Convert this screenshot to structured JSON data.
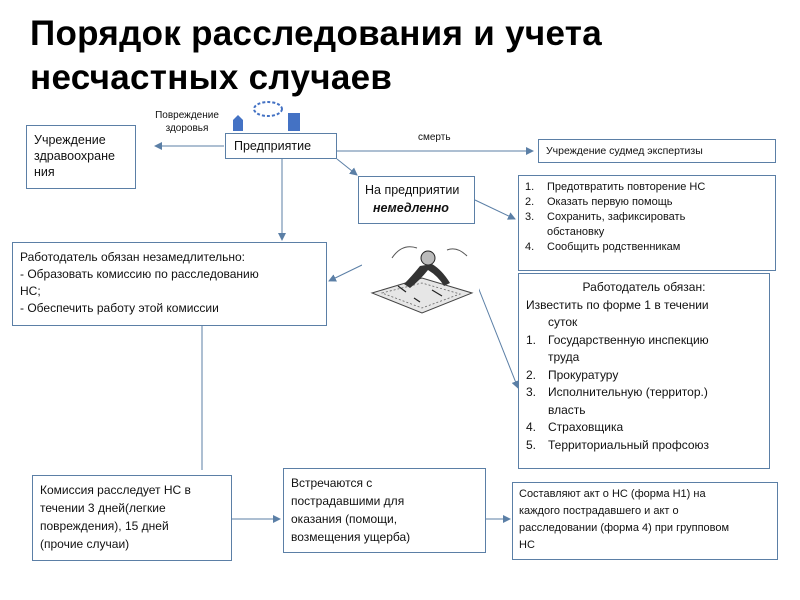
{
  "title": {
    "line1": "Порядок расследования и учета",
    "line2": "несчастных случаев"
  },
  "labels": {
    "damage_line1": "Повреждение",
    "damage_line2": "здоровья",
    "death": "смерть"
  },
  "boxes": {
    "healthcare": [
      "Учреждение",
      "здравоохране",
      "ния"
    ],
    "enterprise": "Предприятие",
    "forensic": "Учреждение судмед экспертизы",
    "at_enterprise": "На предприятии",
    "immediately": "немедленно",
    "actions": [
      {
        "num": "1.",
        "lines": [
          "Предотвратить повторение НС"
        ]
      },
      {
        "num": "2.",
        "lines": [
          "Оказать первую помощь"
        ]
      },
      {
        "num": "3.",
        "lines": [
          "Сохранить, зафиксировать",
          "обстановку"
        ]
      },
      {
        "num": "4.",
        "lines": [
          "Сообщить родственникам"
        ]
      }
    ],
    "employer_duty": [
      "Работодатель обязан незамедлительно:",
      "- Образовать комиссию по расследованию",
      "НС;",
      "- Обеспечить работу этой комиссии"
    ],
    "notify": {
      "heading": "Работодатель обязан:",
      "intro": [
        "Известить по форме 1 в течении",
        "суток"
      ],
      "items": [
        {
          "num": "1.",
          "lines": [
            "Государственную инспекцию",
            "труда"
          ]
        },
        {
          "num": "2.",
          "lines": [
            "Прокуратуру"
          ]
        },
        {
          "num": "3.",
          "lines": [
            "Исполнительную (территор.)",
            "власть"
          ]
        },
        {
          "num": "4.",
          "lines": [
            "Страховщика"
          ]
        },
        {
          "num": "5.",
          "lines": [
            "Территориальный профсоюз"
          ]
        }
      ]
    },
    "commission": [
      "Комиссия расследует НС в",
      "течении 3 дней(легкие",
      "повреждения), 15 дней",
      "(прочие случаи)"
    ],
    "meet": [
      "Встречаются с",
      "пострадавшими для",
      "оказания (помощи,",
      "возмещения ущерба)"
    ],
    "act": [
      "Составляют акт о НС (форма Н1) на",
      "каждого пострадавшего и акт о",
      "расследовании (форма 4) при групповом",
      "НС"
    ]
  },
  "colors": {
    "border": "#5b7fa6",
    "arrow": "#5b7fa6",
    "person_fill": "#4472c4"
  }
}
